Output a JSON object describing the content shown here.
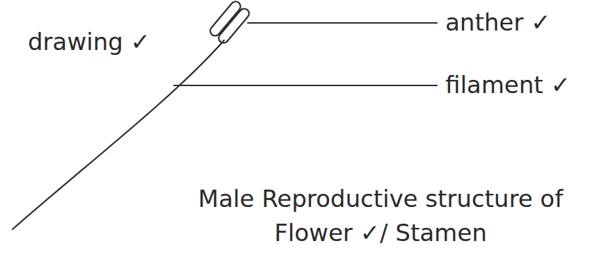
{
  "diagram": {
    "caption": "Male Reproductive structure of Flower ✓/ Stamen",
    "labels": [
      "drawing ✓",
      "anther ✓",
      "filament ✓"
    ]
  }
}
